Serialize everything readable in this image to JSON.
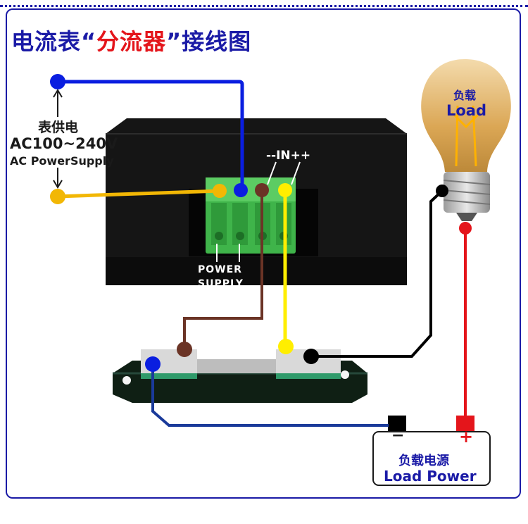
{
  "title": {
    "part1": "电流表“",
    "highlight": "分流器",
    "part2": "”接线图"
  },
  "supply": {
    "cn": "表供电",
    "range": "AC100~240V",
    "en": "AC PowerSupply"
  },
  "meter": {
    "input_label": "--IN++",
    "power_line1": "POWER",
    "power_line2": "SUPPLY"
  },
  "load": {
    "cn": "负载",
    "en": "Load"
  },
  "load_power": {
    "minus": "−",
    "plus": "+",
    "cn": "负载电源",
    "en": "Load Power"
  },
  "colors": {
    "blue": "#0a1ee0",
    "yellow_orange": "#f2b705",
    "brown": "#6b3426",
    "yellow": "#ffee00",
    "red": "#e4151b",
    "black": "#000000",
    "navy": "#1a1aa6"
  }
}
